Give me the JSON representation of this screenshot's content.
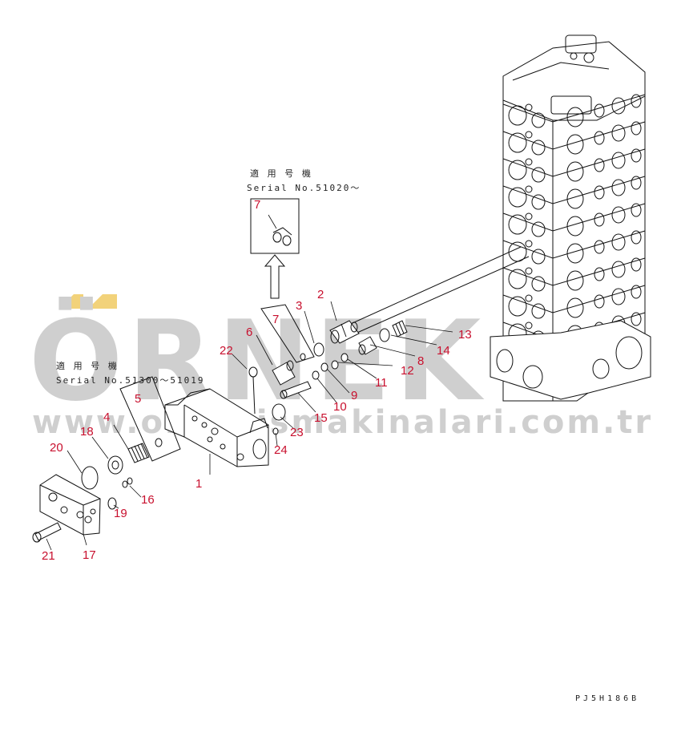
{
  "watermark": {
    "brand": "ÖRNEK",
    "url": "www.ornekismakinalari.com.tr",
    "accent_color": "#f2d27a"
  },
  "notes": {
    "upper": {
      "heading": "適 用 号 機",
      "serial": "Serial No.51020～"
    },
    "lower": {
      "heading": "適 用 号 機",
      "serial": "Serial No.51300～51019"
    }
  },
  "inset_label": "7",
  "callouts": [
    "1",
    "2",
    "3",
    "4",
    "5",
    "6",
    "7",
    "8",
    "9",
    "10",
    "11",
    "12",
    "13",
    "14",
    "15",
    "16",
    "17",
    "18",
    "19",
    "20",
    "21",
    "22",
    "23",
    "24"
  ],
  "drawing_code": "PJ5H186B",
  "colors": {
    "callout": "#c8102e",
    "line": "#111111",
    "watermark": "#cfcfcf"
  }
}
